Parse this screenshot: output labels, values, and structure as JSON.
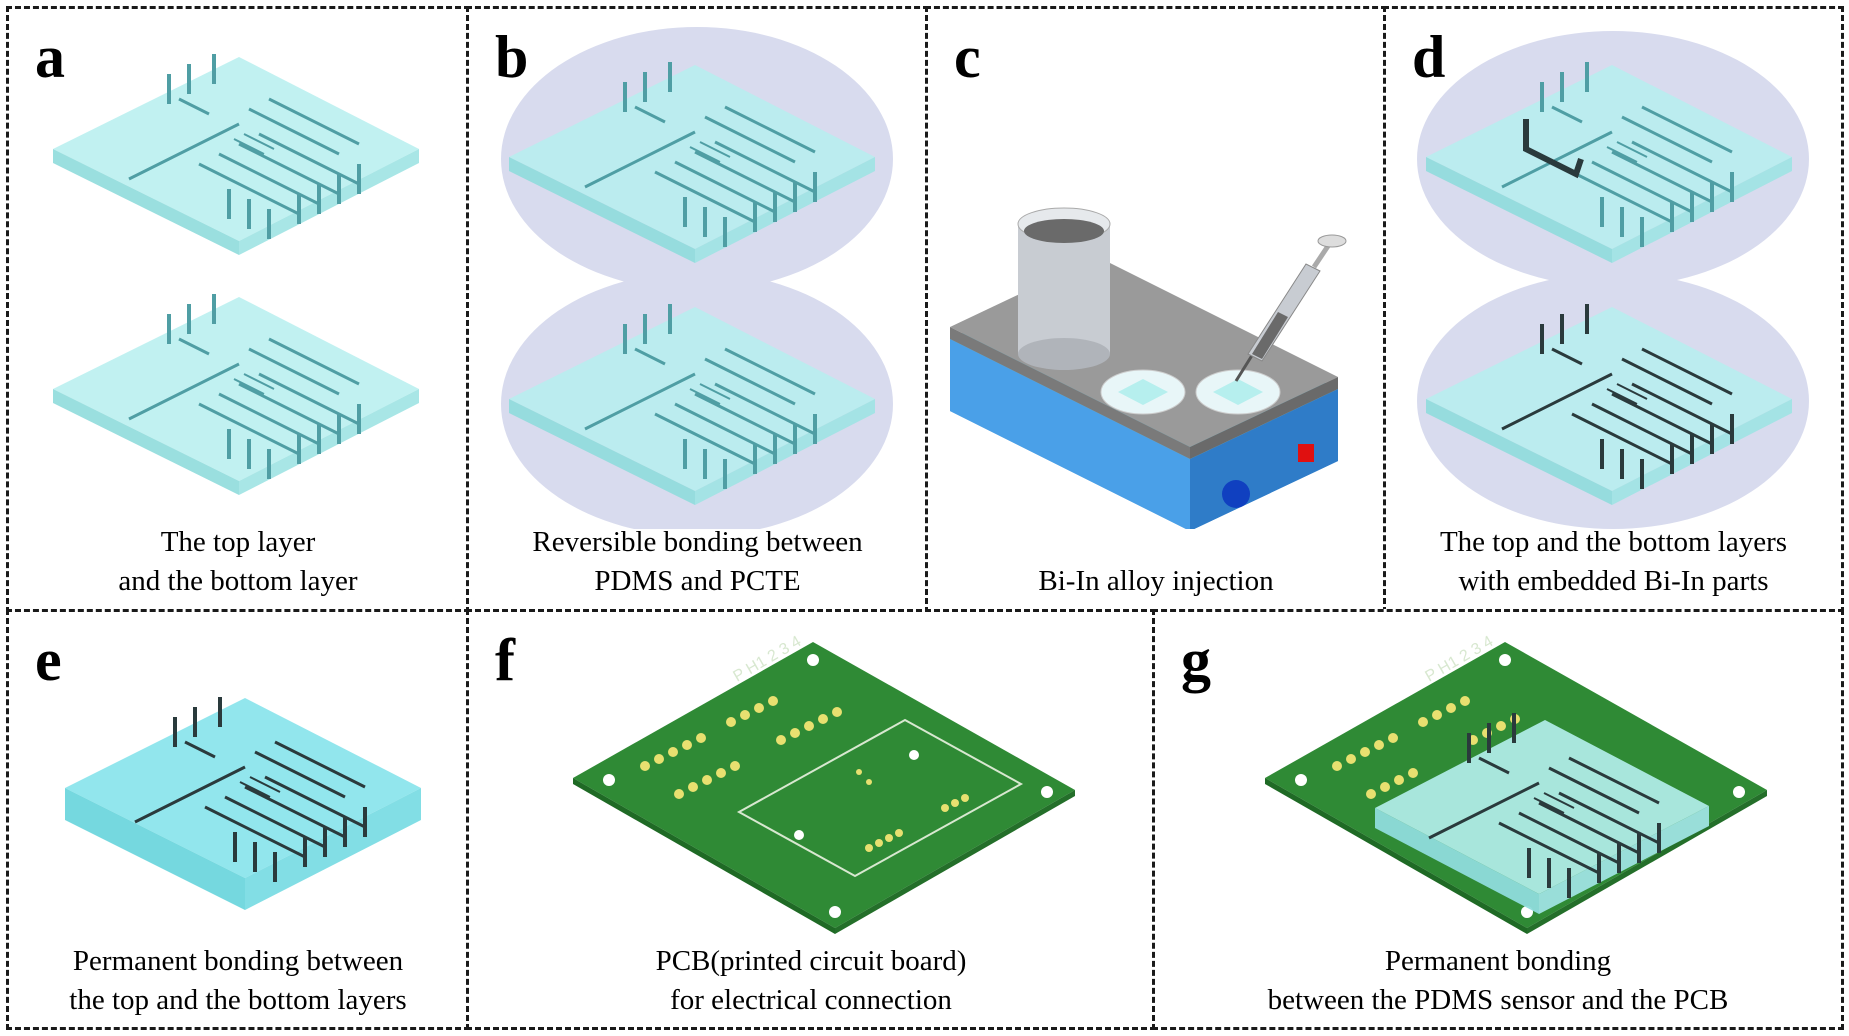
{
  "colors": {
    "pdms_top": "#b6efee",
    "pdms_side": "#8fdcdc",
    "channel": "#4f9ea4",
    "bi_in": "#2a3a3c",
    "disc": "#d8dbee",
    "pcb": "#2f8a35",
    "pcb_pad": "#e8e070",
    "hotplate_base": "#3f8fdc",
    "hotplate_top": "#9a9a9a"
  },
  "panels": [
    {
      "letter": "a",
      "caption": [
        "The top layer",
        "and the bottom layer"
      ]
    },
    {
      "letter": "b",
      "caption": [
        "Reversible bonding between",
        "PDMS and PCTE"
      ]
    },
    {
      "letter": "c",
      "caption": [
        "Bi-In alloy injection"
      ]
    },
    {
      "letter": "d",
      "caption": [
        "The top and the bottom layers",
        "with embedded Bi-In parts"
      ]
    },
    {
      "letter": "e",
      "caption": [
        "Permanent bonding between",
        "the top and the bottom layers"
      ]
    },
    {
      "letter": "f",
      "caption": [
        "PCB(printed circuit board)",
        "for electrical connection"
      ]
    },
    {
      "letter": "g",
      "caption": [
        "Permanent bonding",
        "between the PDMS sensor and the PCB"
      ]
    }
  ],
  "pcb_labels": {
    "f": "P  H1 2 3 4",
    "g": "P  H1 2 3 4"
  }
}
